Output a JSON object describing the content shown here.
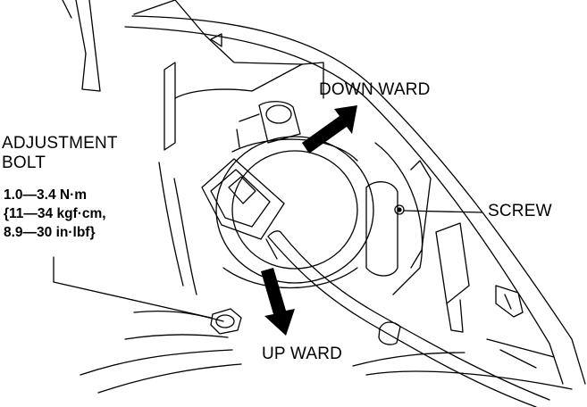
{
  "labels": {
    "downward": "DOWN WARD",
    "adjustment_line1": "ADJUSTMENT",
    "adjustment_line2": "BOLT",
    "torque_line1": "1.0—3.4 N·m",
    "torque_line2": "{11—34 kgf·cm,",
    "torque_line3": "8.9—30 in·lbf}",
    "screw": "SCREW",
    "upward": "UP WARD"
  },
  "colors": {
    "line": "#000000",
    "background": "#ffffff"
  }
}
